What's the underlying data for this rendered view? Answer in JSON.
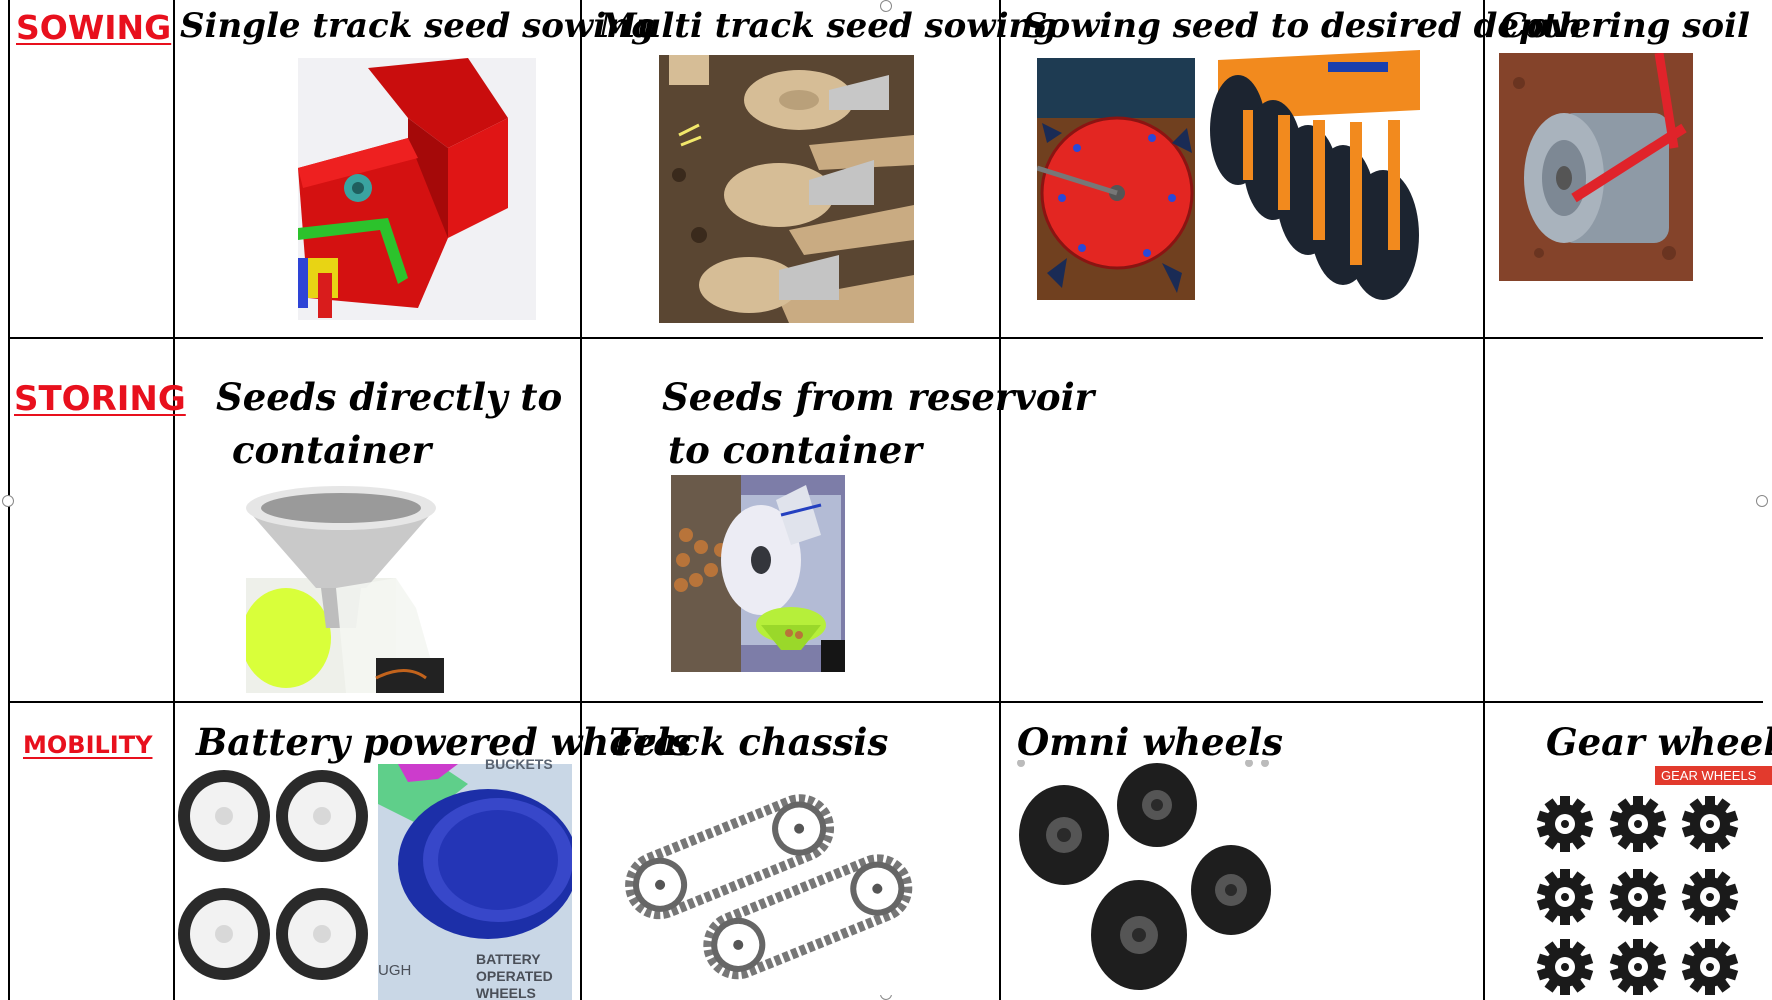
{
  "rows": {
    "sowing": {
      "label": "SOWING",
      "cells": [
        {
          "title": "Single track seed sowing",
          "icon": "single-track-seeder-icon"
        },
        {
          "title": "Multi track seed sowing",
          "icon": "multi-track-seeder-icon"
        },
        {
          "title": "Sowing seed to desired depth",
          "icon": "depth-seeder-icon"
        },
        {
          "title": "Covering soil",
          "icon": "soil-roller-icon"
        }
      ]
    },
    "storing": {
      "label": "STORING",
      "cells": [
        {
          "title_line1": "Seeds directly to",
          "title_line2": "container",
          "icon": "funnel-container-icon"
        },
        {
          "title_line1": "Seeds from reservoir",
          "title_line2": "to  container",
          "icon": "reservoir-container-icon"
        }
      ]
    },
    "mobility": {
      "label": "MOBILITY",
      "cells": [
        {
          "title": "Battery powered wheels",
          "icon": "battery-wheels-icon",
          "image_text": {
            "top": "BUCKETS",
            "left": "UGH",
            "bottom_1": "BATTERY",
            "bottom_2": "OPERATED",
            "bottom_3": "WHEELS"
          }
        },
        {
          "title": "Track chassis",
          "icon": "track-chassis-icon"
        },
        {
          "title": "Omni wheels",
          "icon": "omni-wheels-icon"
        },
        {
          "title": "Gear  wheels",
          "icon": "gear-wheels-icon",
          "badge": "GEAR WHEELS"
        }
      ]
    }
  },
  "colors": {
    "heading": "#e8101d",
    "grid": "#000000",
    "badge": "#e23a2d"
  }
}
